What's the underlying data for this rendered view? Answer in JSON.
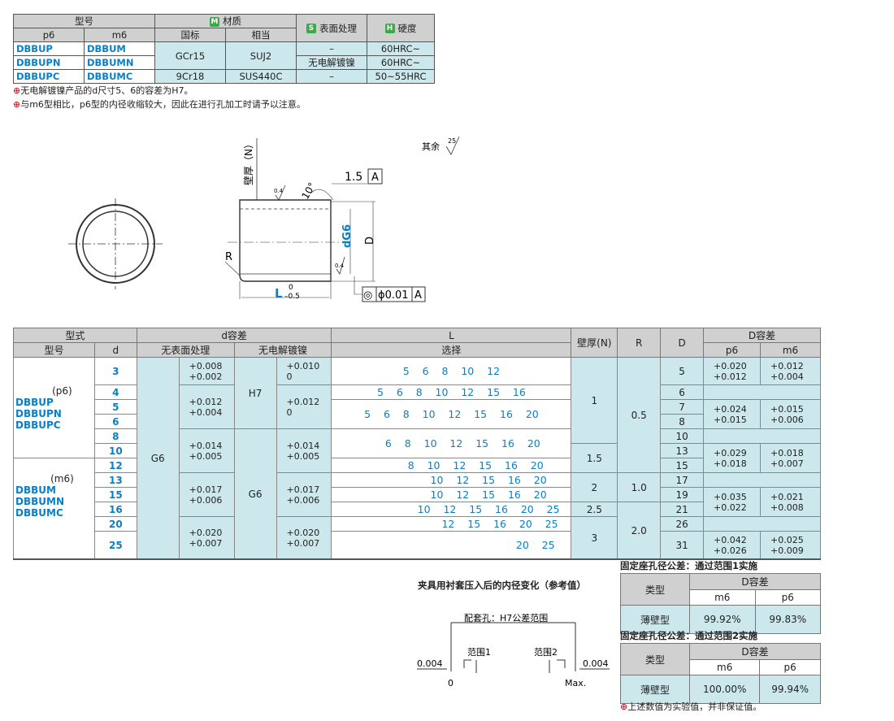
{
  "table1": {
    "h_model": "型号",
    "h_material": "材质",
    "h_material_badge": "M",
    "h_surface": "表面处理",
    "h_surface_badge": "S",
    "h_hardness": "硬度",
    "h_hardness_badge": "H",
    "sub_p6": "p6",
    "sub_m6": "m6",
    "sub_gb": "国标",
    "sub_equiv": "相当",
    "rows": [
      {
        "p6": "DBBUP",
        "m6": "DBBUM",
        "gb": "GCr15",
        "eq": "SUJ2",
        "surface": "–",
        "hard": "60HRC~"
      },
      {
        "p6": "DBBUPN",
        "m6": "DBBUMN",
        "gb": "",
        "eq": "",
        "surface": "无电解镀镍",
        "hard": "60HRC~"
      },
      {
        "p6": "DBBUPC",
        "m6": "DBBUMC",
        "gb": "9Cr18",
        "eq": "SUS440C",
        "surface": "–",
        "hard": "50~55HRC"
      }
    ]
  },
  "notes": [
    "无电解镀镍产品的d尺寸5、6的容差为H7。",
    "与m6型相比，p6型的内径收缩较大，因此在进行孔加工时请予以注意。"
  ],
  "drawing": {
    "roughness_rest": "其余",
    "roughness_rest_val": "25",
    "wall_label": "壁厚（N）",
    "angle": "10°",
    "runout": "1.5",
    "datum": "A",
    "dg6": "dG6",
    "D": "D",
    "R": "R",
    "L": "L",
    "L_tol_up": "0",
    "L_tol_low": "–0.5",
    "rough_small": "0.4",
    "concentric": "◎",
    "concentric_val": "ϕ0.01",
    "concentric_datum": "A"
  },
  "table2": {
    "h_type": "型式",
    "h_dtol": "d容差",
    "h_L": "L",
    "h_wall": "壁厚(N)",
    "h_R": "R",
    "h_D": "D",
    "h_Dtol": "D容差",
    "sub_model": "型号",
    "sub_d": "d",
    "sub_nosurf": "无表面处理",
    "sub_nickel": "无电解镀镍",
    "sub_select": "选择",
    "sub_p6": "p6",
    "sub_m6": "m6",
    "type_p6": "(p6)",
    "codes_p6": [
      "DBBUP",
      "DBBUPN",
      "DBBUPC"
    ],
    "type_m6": "(m6)",
    "codes_m6": [
      "DBBUM",
      "DBBUMN",
      "DBBUMC"
    ],
    "G6": "G6",
    "H7": "H7",
    "rows": [
      {
        "d": "3",
        "L": "5    6    8    10    12",
        "D": "5"
      },
      {
        "d": "4",
        "L": "5    6    8    10    12    15    16",
        "D": "6"
      },
      {
        "d": "5",
        "L": "5    6    8    10    12    15    16    20",
        "D": "7"
      },
      {
        "d": "6",
        "L": "",
        "D": "8"
      },
      {
        "d": "8",
        "L": "       6    8    10    12    15    16    20",
        "D": "10"
      },
      {
        "d": "10",
        "L": "",
        "D": "13"
      },
      {
        "d": "12",
        "L": "               8    10    12    15    16    20",
        "D": "15"
      },
      {
        "d": "13",
        "L": "                       10    12    15    16    20",
        "D": "17"
      },
      {
        "d": "15",
        "L": "                       10    12    15    16    20",
        "D": "19"
      },
      {
        "d": "16",
        "L": "                       10    12    15    16    20    25",
        "D": "21"
      },
      {
        "d": "20",
        "L": "                              12    15    16    20    25",
        "D": "26"
      },
      {
        "d": "25",
        "L": "                                                    20    25",
        "D": "31"
      }
    ],
    "tol_nosurf": [
      [
        "+0.008",
        "+0.002"
      ],
      [
        "+0.012",
        "+0.004"
      ],
      [
        "+0.014",
        "+0.005"
      ],
      [
        "+0.017",
        "+0.006"
      ],
      [
        "+0.020",
        "+0.007"
      ]
    ],
    "tol_nickel": [
      [
        "+0.010",
        "0"
      ],
      [
        "+0.012",
        "0"
      ],
      [
        "+0.014",
        "+0.005"
      ],
      [
        "+0.017",
        "+0.006"
      ],
      [
        "+0.020",
        "+0.007"
      ]
    ],
    "wall": [
      "1",
      "1.5",
      "2",
      "2.5",
      "3"
    ],
    "R": [
      "0.5",
      "1.0",
      "2.0"
    ],
    "Dtol_p6": [
      [
        "+0.020",
        "+0.012"
      ],
      [
        "+0.024",
        "+0.015"
      ],
      [
        "+0.029",
        "+0.018"
      ],
      [
        "+0.035",
        "+0.022"
      ],
      [
        "+0.042",
        "+0.026"
      ]
    ],
    "Dtol_m6": [
      [
        "+0.012",
        "+0.004"
      ],
      [
        "+0.015",
        "+0.006"
      ],
      [
        "+0.018",
        "+0.007"
      ],
      [
        "+0.021",
        "+0.008"
      ],
      [
        "+0.025",
        "+0.009"
      ]
    ]
  },
  "bottom": {
    "title": "夹具用衬套压入后的内径变化（参考值）",
    "fit_label": "配套孔：H7公差范围",
    "range1": "范围1",
    "range2": "范围2",
    "v_left": "0.004",
    "v_right": "0.004",
    "zero": "0",
    "max": "Max.",
    "cap1": "固定座孔径公差：通过范围1实施",
    "cap2": "固定座孔径公差：通过范围2实施",
    "h_type": "类型",
    "h_dtol": "D容差",
    "h_m6": "m6",
    "h_p6": "p6",
    "thin": "薄壁型",
    "r1_m6": "99.92%",
    "r1_p6": "99.83%",
    "r2_m6": "100.00%",
    "r2_p6": "99.94%",
    "note": "上述数值为实验值，并非保证值。"
  }
}
